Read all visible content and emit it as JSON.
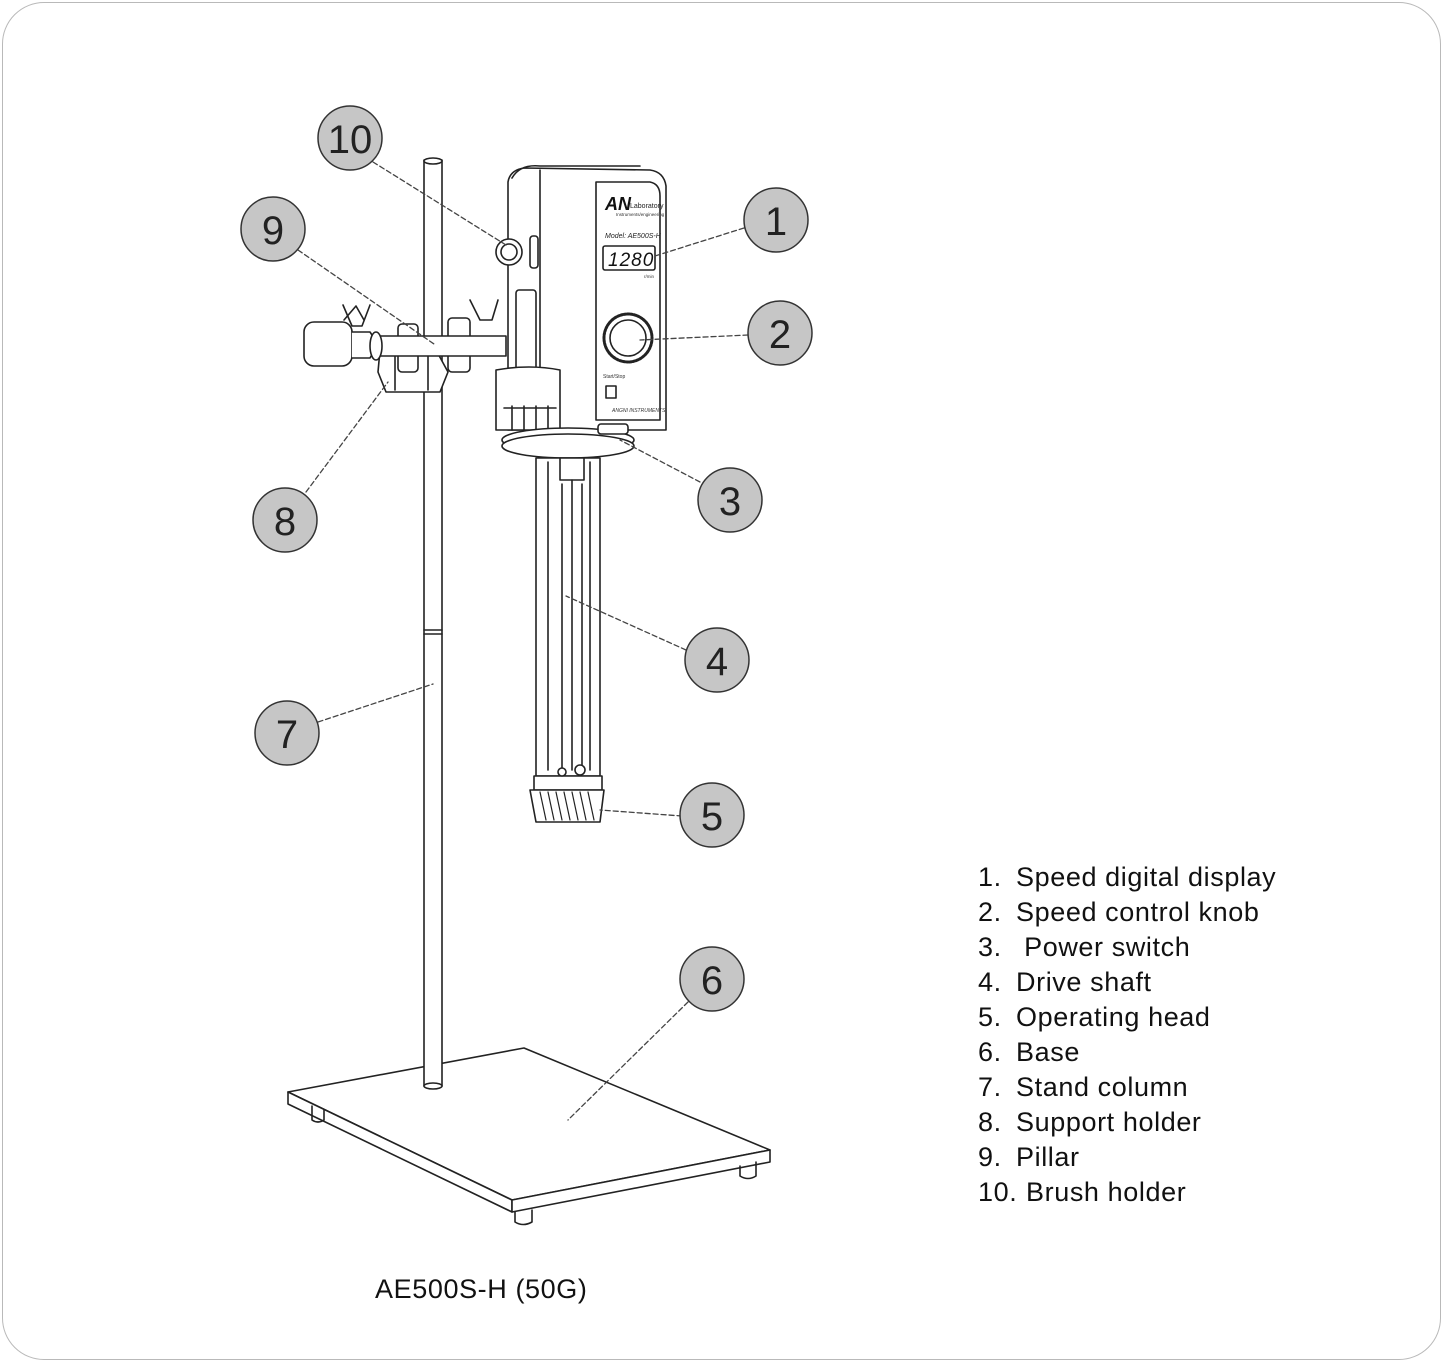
{
  "diagram": {
    "callouts": [
      "1",
      "2",
      "3",
      "4",
      "5",
      "6",
      "7",
      "8",
      "9",
      "10"
    ],
    "device": {
      "brand": "AN",
      "brand_sub": "Laboratory",
      "brand_tag": "Instruments/engineering",
      "model": "Model: AE500S-H",
      "display_value": "1280",
      "display_unit": "r/min",
      "switch_label": "Start/Stop",
      "footer": "ANGNI INSTRUMENTS"
    }
  },
  "legend": {
    "items": [
      {
        "num": "1.",
        "label": "Speed digital display"
      },
      {
        "num": "2.",
        "label": "Speed control knob"
      },
      {
        "num": "3.",
        "label": " Power switch"
      },
      {
        "num": "4.",
        "label": "Drive shaft"
      },
      {
        "num": "5.",
        "label": "Operating head"
      },
      {
        "num": "6.",
        "label": "Base"
      },
      {
        "num": "7.",
        "label": "Stand column"
      },
      {
        "num": "8.",
        "label": "Support holder"
      },
      {
        "num": "9.",
        "label": "Pillar"
      },
      {
        "num": "10.",
        "label": "Brush holder"
      }
    ]
  },
  "caption": "AE500S-H (50G)",
  "colors": {
    "callout_fill": "#c6c6c6",
    "line": "#222222",
    "frame": "#b9b9b9"
  }
}
